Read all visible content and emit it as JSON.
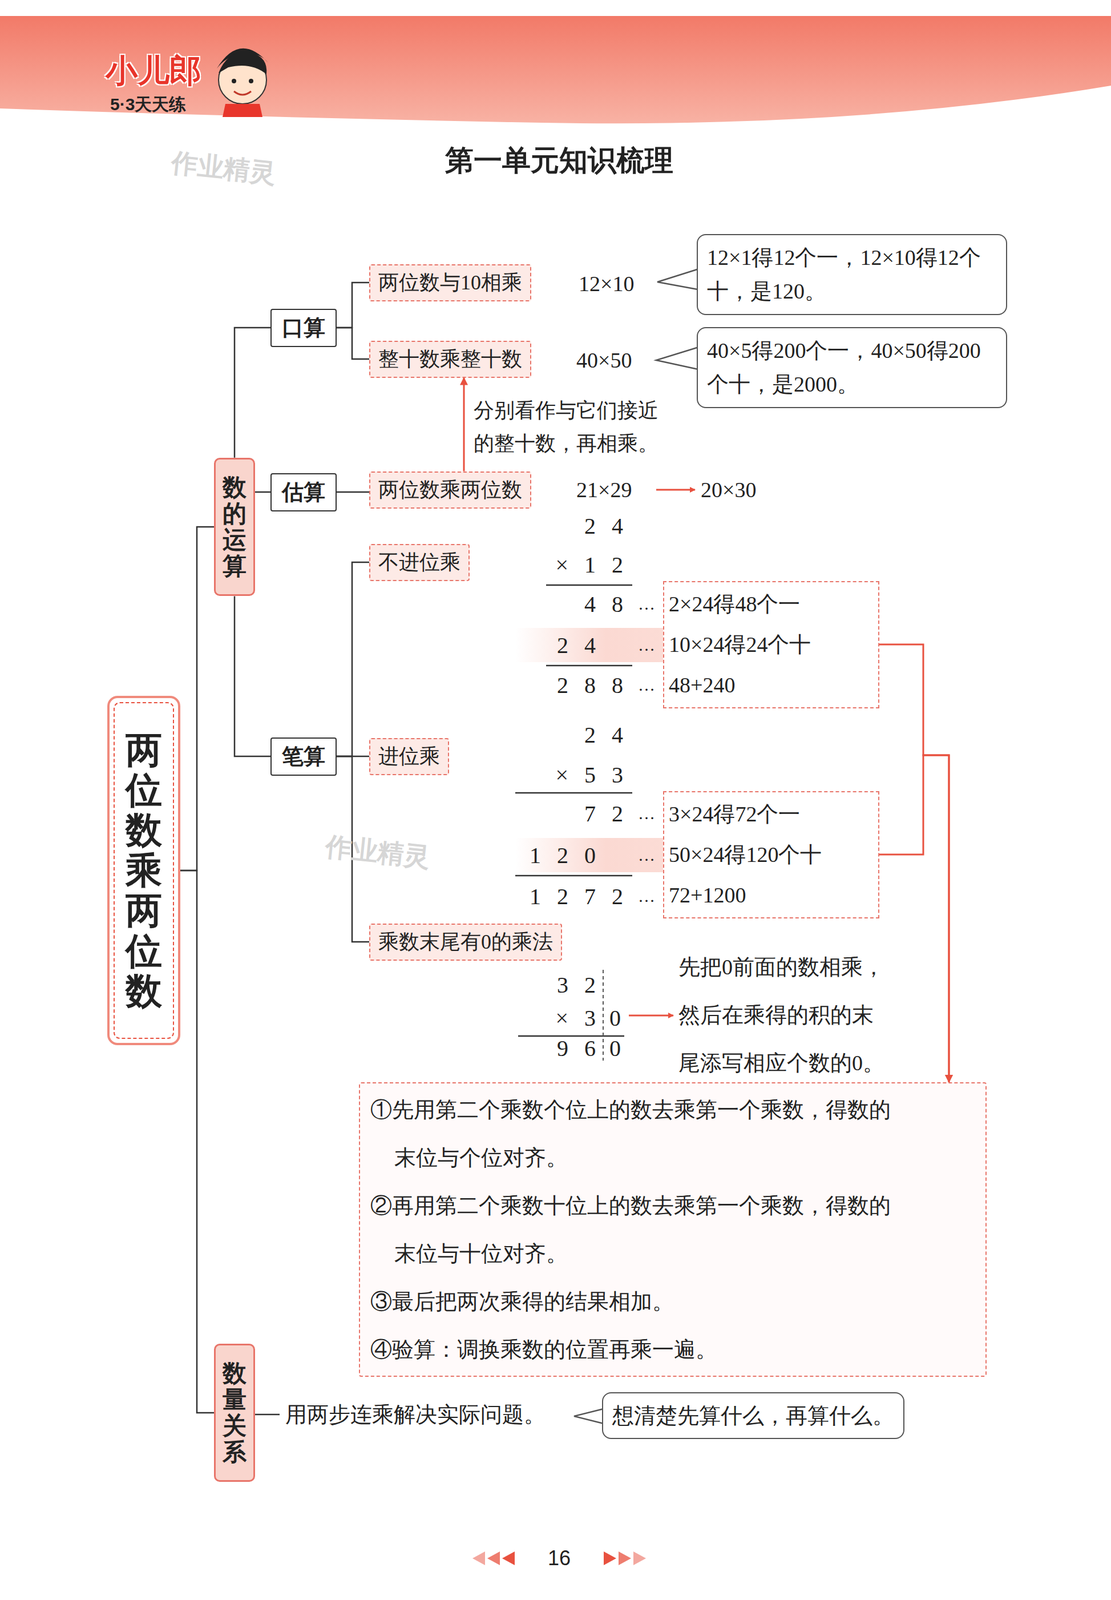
{
  "diagram": {
    "title": "第一单元知识梳理",
    "nodes": [
      {
        "text": [
          "两位数乘两位数"
        ]
      },
      {
        "text": [
          "数的运算"
        ]
      },
      {
        "text": [
          "口算"
        ]
      },
      {
        "text": [
          "两位数与10相乘"
        ]
      },
      {
        "text": [
          "12×1得12个一，12×10得12个十，是120。"
        ]
      },
      {
        "text": [
          "整十数乘整十数"
        ]
      },
      {
        "text": [
          "40×5得200个一，40×50得200个十，是2000。"
        ]
      },
      {
        "text": [
          "估算"
        ]
      },
      {
        "text": [
          "两位数乘两位数"
        ]
      },
      {
        "text": [
          "笔算"
        ]
      },
      {
        "text": [
          "不进位乘"
        ]
      },
      {
        "text": [
          "2×24得48个一",
          "10×24得24个十",
          "48+240"
        ]
      },
      {
        "text": [
          "进位乘"
        ]
      },
      {
        "text": [
          "3×24得72个一",
          "50×24得120个十",
          "72+1200"
        ]
      },
      {
        "text": [
          "乘数末尾有0的乘法"
        ]
      },
      {
        "text": [
          "①先用第二个乘数个位上的数去乘第一个乘数，得数的末位与个位对齐。",
          "②再用第二个乘数十位上的数去乘第一个乘数，得数的末位与十位对齐。",
          "③最后把两次乘得的结果相加。",
          "④验算：调换乘数的位置再乘一遍。"
        ]
      },
      {
        "text": [
          "数量关系"
        ]
      },
      {
        "text": [
          "想清楚先算什么，再算什么。"
        ]
      }
    ],
    "edges": [
      {
        "from": 0,
        "to": 1,
        "arrow": "none"
      },
      {
        "from": 0,
        "to": 16,
        "arrow": "none"
      },
      {
        "from": 1,
        "to": 2,
        "arrow": "none"
      },
      {
        "from": 1,
        "to": 7,
        "arrow": "none"
      },
      {
        "from": 1,
        "to": 9,
        "arrow": "none"
      },
      {
        "from": 2,
        "to": 3,
        "arrow": "none"
      },
      {
        "from": 2,
        "to": 5,
        "arrow": "none"
      },
      {
        "from": 7,
        "to": 8,
        "arrow": "none"
      },
      {
        "from": 9,
        "to": 10,
        "arrow": "none"
      },
      {
        "from": 9,
        "to": 12,
        "arrow": "none"
      },
      {
        "from": 9,
        "to": 14,
        "arrow": "none"
      },
      {
        "from": 8,
        "to": 5,
        "arrow": "to",
        "label": "分别看作与它们接近的整十数，再相乘。"
      },
      {
        "from": 11,
        "to": 15,
        "arrow": "to"
      },
      {
        "from": 13,
        "to": 15,
        "arrow": "to"
      }
    ],
    "labels": [
      "小儿郎",
      "5·3天天练",
      "作业精灵",
      "12×10",
      "40×50",
      "21×29",
      "20×30",
      "2 4",
      "× 1 2",
      "4 8",
      "…",
      "2 4",
      "…",
      "2 8 8",
      "…",
      "2 4",
      "× 5 3",
      "7 2",
      "…",
      "1 2 0",
      "…",
      "1 2 7 2",
      "…",
      "作业精灵",
      "3 2",
      "× 3",
      "0",
      "9 6",
      "0",
      "先把0前面的数相乘，然后在乘得的积的末尾添写相应个数的0。",
      "用两步连乘解决实际问题。",
      "16"
    ]
  }
}
